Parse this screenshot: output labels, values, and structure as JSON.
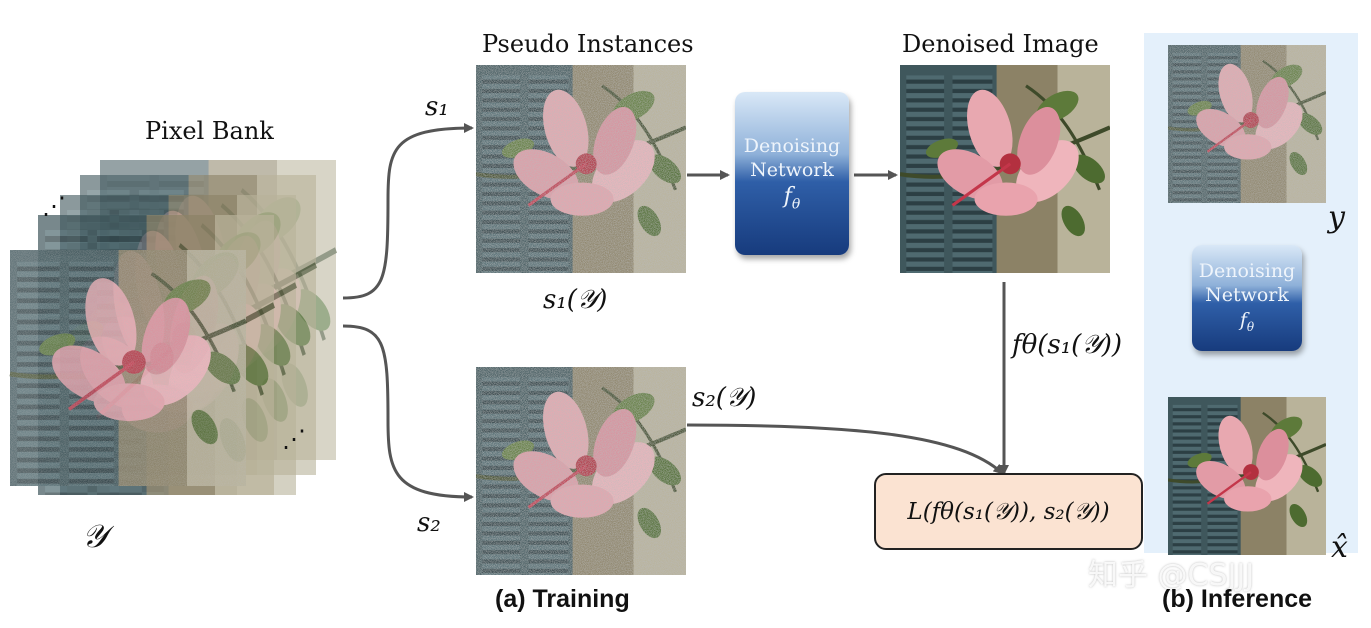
{
  "pixel_bank": {
    "title": "Pixel Bank",
    "symbol": "𝒴",
    "dots_top": "⋰",
    "dots_bottom": "⋰"
  },
  "pseudo_instances": {
    "title": "Pseudo Instances",
    "s1_label": "s₁",
    "s2_label": "s₂",
    "s1_caption": "s₁(𝒴)",
    "s2_caption": "s₂(𝒴)"
  },
  "denoising_network": {
    "line1": "Denoising",
    "line2": "Network",
    "symbol": "f",
    "symbol_sub": "θ"
  },
  "denoised_image": {
    "title": "Denoised Image",
    "output_label": "fθ(s₁(𝒴))"
  },
  "loss": {
    "formula": "L(fθ(s₁(𝒴)), s₂(𝒴))"
  },
  "captions": {
    "training": "(a) Training",
    "inference": "(b) Inference"
  },
  "inference": {
    "input_label": "y",
    "output_label": "x̂"
  },
  "watermark": "知乎 @CSJJJ",
  "colors": {
    "network_dark": "#173b7d",
    "network_light": "#d9e8f7",
    "loss_fill": "#fbe3d2",
    "inference_bg": "#e4f0fb",
    "arrow": "#555555"
  }
}
